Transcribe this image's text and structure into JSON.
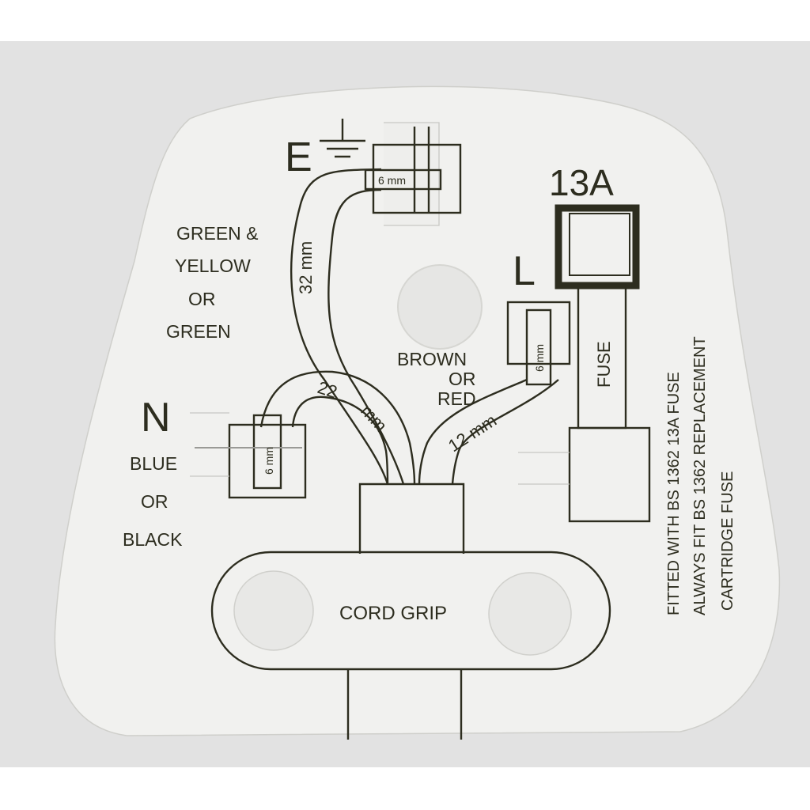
{
  "photo": {
    "background_color": "#e2e2e2",
    "card_color": "#f1f1ef",
    "ink_color": "#2d2d1f",
    "earth_symbol": "earth-ground-symbol"
  },
  "terminals": {
    "earth": {
      "letter": "E",
      "strip_length": "6 mm",
      "lead_length": "32 mm"
    },
    "neutral": {
      "letter": "N",
      "strip_length": "6 mm",
      "lead_length": "22 mm"
    },
    "live": {
      "letter": "L",
      "strip_length": "6 mm",
      "lead_length": "12 mm"
    }
  },
  "colour_labels": {
    "earth": [
      "GREEN &",
      "YELLOW",
      "OR",
      "GREEN"
    ],
    "neutral": [
      "BLUE",
      "OR",
      "BLACK"
    ],
    "live": [
      "BROWN",
      "OR",
      "RED"
    ]
  },
  "fuse": {
    "rating": "13A",
    "label": "FUSE",
    "notice": [
      "FITTED WITH BS 1362 13A FUSE",
      "ALWAYS FIT BS 1362 REPLACEMENT",
      "CARTRIDGE FUSE"
    ]
  },
  "cord_grip": {
    "label": "CORD GRIP"
  }
}
